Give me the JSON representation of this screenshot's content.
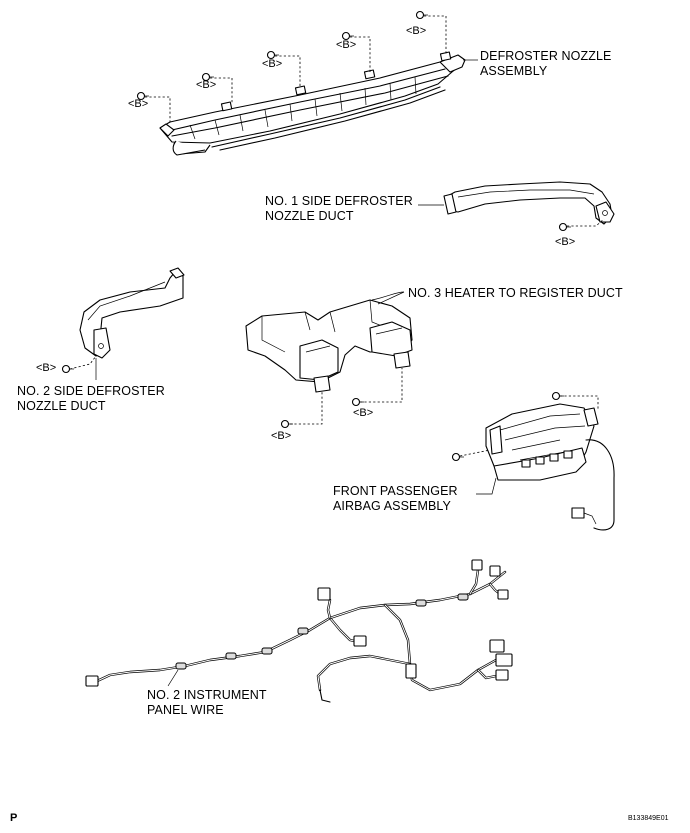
{
  "labels": {
    "defroster_nozzle_line1": "DEFROSTER NOZZLE",
    "defroster_nozzle_line2": "ASSEMBLY",
    "side_defroster1_line1": "NO. 1 SIDE DEFROSTER",
    "side_defroster1_line2": "NOZZLE DUCT",
    "heater_register": "NO. 3 HEATER TO REGISTER DUCT",
    "side_defroster2_line1": "NO. 2 SIDE DEFROSTER",
    "side_defroster2_line2": "NOZZLE DUCT",
    "airbag_line1": "FRONT PASSENGER",
    "airbag_line2": "AIRBAG ASSEMBLY",
    "wire_line1": "NO. 2 INSTRUMENT",
    "wire_line2": "PANEL WIRE"
  },
  "bolt_label": "<B>",
  "footer": {
    "page_mark": "P",
    "figure_id": "B133849E01"
  }
}
